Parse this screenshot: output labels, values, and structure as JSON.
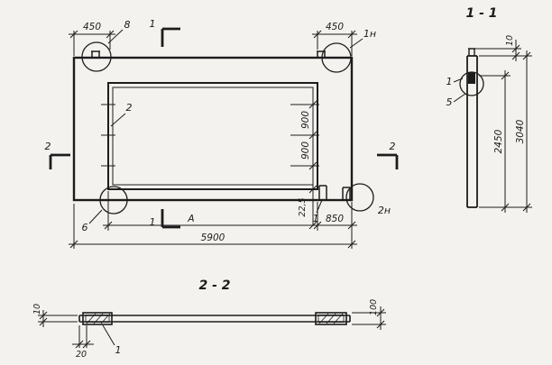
{
  "colors": {
    "ink": "#1c1c1c",
    "paper": "#f3f2ee"
  },
  "plan": {
    "dim_left_450": "450",
    "dim_right_450": "450",
    "detail_8": "8",
    "detail_1n": "1н",
    "detail_6": "6",
    "detail_2n": "2н",
    "callout_2": "2",
    "callout_1": "1",
    "sec1_top": "1",
    "sec1_bottom": "1",
    "sec2_left": "2",
    "sec2_right": "2",
    "dim_900_a": "900",
    "dim_900_b": "900",
    "dim_22_5": "22,5",
    "dim_A": "А",
    "dim_850": "850",
    "dim_5900": "5900"
  },
  "section_1_1": {
    "title": "1 - 1",
    "dim_10": "10",
    "dim_2450": "2450",
    "dim_3040": "3040",
    "callout_1": "1",
    "callout_5": "5"
  },
  "section_2_2": {
    "title": "2 - 2",
    "dim_10": "10",
    "dim_20": "20",
    "dim_100": "100",
    "callout_1": "1"
  }
}
